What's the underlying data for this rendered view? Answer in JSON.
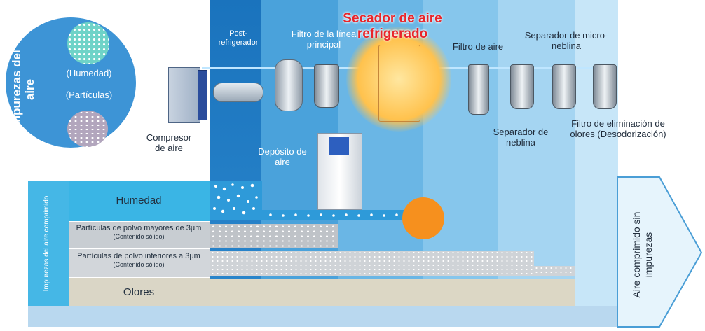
{
  "impurities": {
    "title": "Impurezas del aire",
    "humidity": "(Humedad)",
    "particles": "(Partículas)"
  },
  "labels": {
    "compressor": "Compresor de aire",
    "aftercooler": "Post-refrigerador",
    "main_filter": "Filtro de la línea principal",
    "dryer": "Secador de aire refrigerado",
    "tank": "Depósito de aire",
    "air_filter": "Filtro de aire",
    "micro_mist": "Separador de micro-neblina",
    "mist_sep": "Separador de neblina",
    "odor": "Filtro de eliminación de olores (Desodorización)"
  },
  "table": {
    "side_title": "Impurezas del aire comprimido",
    "rows": [
      {
        "label": "Humedad",
        "sub": ""
      },
      {
        "label": "Partículas de polvo mayores de 3μm",
        "sub": "(Contenido sólido)"
      },
      {
        "label": "Partículas de polvo inferiores a 3μm",
        "sub": "(Contenido sólido)"
      },
      {
        "label": "Olores",
        "sub": ""
      }
    ]
  },
  "output": {
    "label": "Aire comprimido sin impurezas"
  },
  "colors": {
    "accent_red": "#e8252a",
    "band_dark": "#1a78c2",
    "row_humidity": "#38b4e4",
    "row_odor": "#dcd8c8",
    "glow": "#ffc24d",
    "orange_dot": "#f6901e"
  }
}
